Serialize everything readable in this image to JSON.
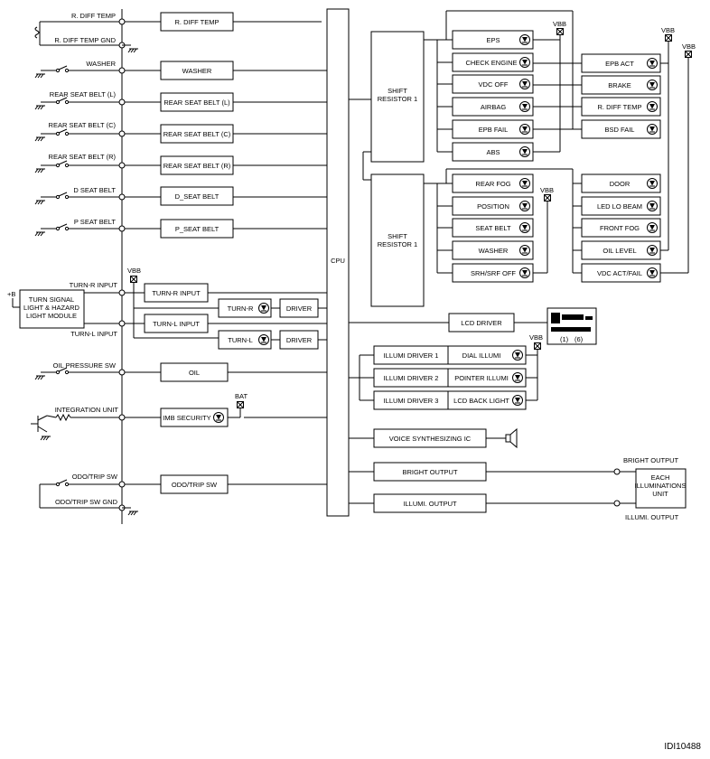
{
  "inputs": {
    "r_diff_temp": "R. DIFF TEMP",
    "r_diff_temp_gnd": "R. DIFF TEMP GND",
    "washer": "WASHER",
    "rear_seat_belt_l": "REAR SEAT BELT (L)",
    "rear_seat_belt_c": "REAR SEAT BELT (C)",
    "rear_seat_belt_r": "REAR SEAT BELT (R)",
    "d_seat_belt": "D SEAT BELT",
    "p_seat_belt": "P SEAT BELT",
    "turn_r_input": "TURN-R INPUT",
    "turn_l_input": "TURN-L INPUT",
    "oil_pressure_sw": "OIL PRESSURE SW",
    "integration_unit": "INTEGRATION UNIT",
    "odo_trip_sw": "ODO/TRIP SW",
    "odo_trip_sw_gnd": "ODO/TRIP SW GND",
    "plus_b": "+B",
    "turn_module": [
      "TURN SIGNAL",
      "LIGHT & HAZARD",
      "LIGHT MODULE"
    ]
  },
  "left_boxes": {
    "r_diff_temp": "R. DIFF TEMP",
    "washer": "WASHER",
    "rear_seat_belt_l": "REAR SEAT BELT (L)",
    "rear_seat_belt_c": "REAR SEAT BELT (C)",
    "rear_seat_belt_r": "REAR SEAT BELT (R)",
    "d_seat_belt": "D_SEAT BELT",
    "p_seat_belt": "P_SEAT BELT",
    "turn_r_input": "TURN-R INPUT",
    "turn_l_input": "TURN-L INPUT",
    "turn_r": "TURN-R",
    "turn_l": "TURN-L",
    "driver": "DRIVER",
    "oil": "OIL",
    "imb_security": "IMB SECURITY",
    "odo_trip_sw": "ODO/TRIP SW"
  },
  "power": {
    "vbb": "VBB",
    "bat": "BAT"
  },
  "cpu": "CPU",
  "shift_resistor": [
    "SHIFT",
    "RESISTOR 1"
  ],
  "indicators_1": [
    "EPS",
    "CHECK ENGINE",
    "VDC OFF",
    "AIRBAG",
    "EPB FAIL",
    "ABS"
  ],
  "indicators_2": [
    "REAR FOG",
    "POSITION",
    "SEAT BELT",
    "WASHER",
    "SRH/SRF OFF"
  ],
  "indicators_3": [
    "EPB ACT",
    "BRAKE",
    "R. DIFF TEMP",
    "BSD FAIL"
  ],
  "indicators_4": [
    "DOOR",
    "LED LO BEAM",
    "FRONT FOG",
    "OIL LEVEL",
    "VDC ACT/FAIL"
  ],
  "lcd_driver": "LCD DRIVER",
  "lcd_display": [
    "(1)",
    "(6)"
  ],
  "illumi_drivers": [
    "ILLUMI DRIVER 1",
    "ILLUMI DRIVER 2",
    "ILLUMI DRIVER 3"
  ],
  "illumi_outputs": [
    "DIAL ILLUMI",
    "POINTER ILLUMI",
    "LCD BACK LIGHT"
  ],
  "voice_ic": "VOICE SYNTHESIZING IC",
  "bright_output": "BRIGHT OUTPUT",
  "illumi_output": "ILLUMI. OUTPUT",
  "bright_output_ext": "BRIGHT OUTPUT",
  "illumi_output_ext": "ILLUMI. OUTPUT",
  "each_unit": [
    "EACH",
    "ILLUMINATIONS",
    "UNIT"
  ],
  "figure_code": "IDI10488"
}
